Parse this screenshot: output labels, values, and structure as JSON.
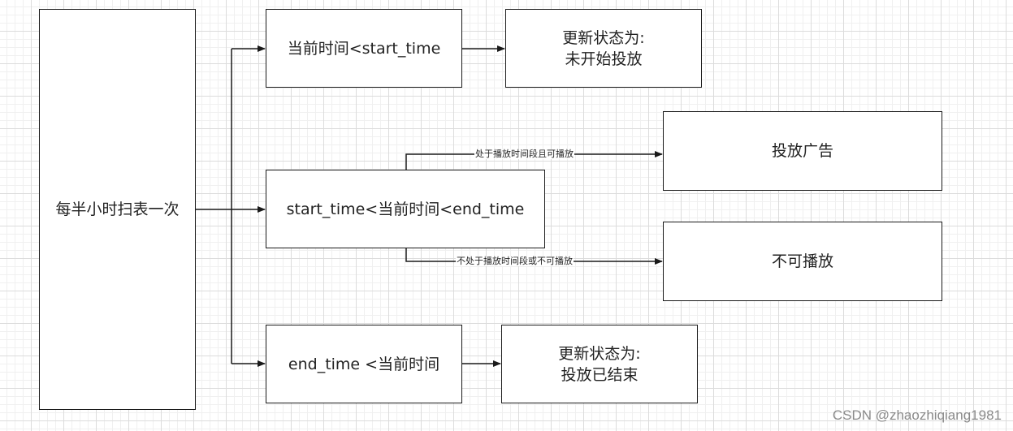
{
  "nodes": {
    "scan": "每半小时扫表一次",
    "before_start": "当前时间<start_time",
    "status_not_started": "更新状态为:\n未开始投放",
    "in_range": "start_time<当前时间<end_time",
    "show_ad": "投放广告",
    "not_playable": "不可播放",
    "after_end": "end_time <当前时间",
    "status_ended": "更新状态为:\n投放已结束"
  },
  "edge_labels": {
    "in_slot": "处于播放时间段且可播放",
    "not_in_slot": "不处于播放时间段或不可播放"
  },
  "watermark": "CSDN @zhaozhiqiang1981",
  "colors": {
    "stroke": "#1a1a1a",
    "grid": "#dcdcdc"
  }
}
